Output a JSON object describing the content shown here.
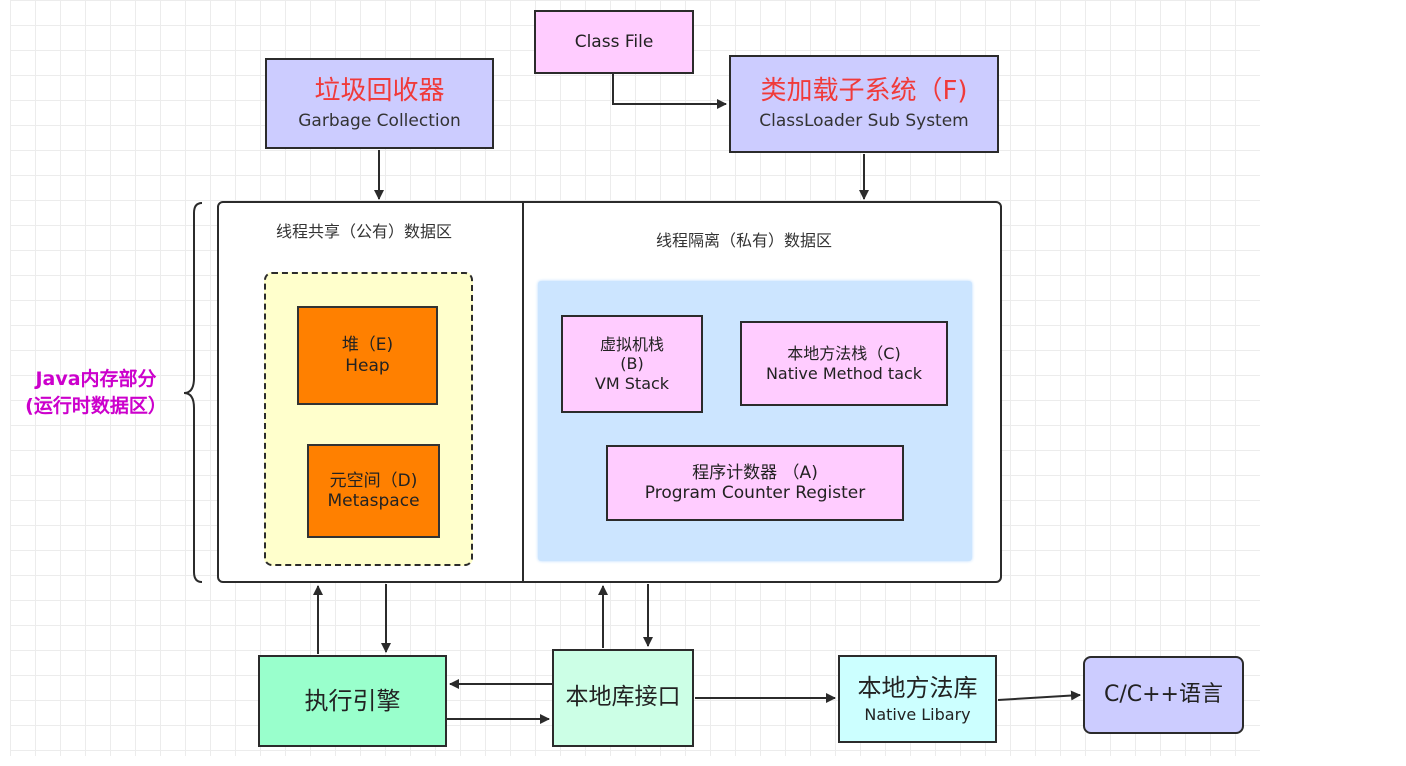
{
  "class_file": "Class File",
  "gc": {
    "title": "垃圾回收器",
    "subtitle": "Garbage Collection"
  },
  "classloader": {
    "title": "类加载子系统（F)",
    "subtitle": "ClassLoader Sub System"
  },
  "memory_label": {
    "line1": "Java内存部分",
    "line2": "(运行时数据区）"
  },
  "shared_area": {
    "title": "线程共享（公有）数据区"
  },
  "private_area": {
    "title": "线程隔离（私有）数据区"
  },
  "heap": {
    "line1": "堆（E)",
    "line2": "Heap"
  },
  "metaspace": {
    "line1": "元空间（D)",
    "line2": "Metaspace"
  },
  "vm_stack": {
    "line1": "虚拟机栈",
    "line2": "(B)",
    "line3": "VM Stack"
  },
  "native_stack": {
    "line1": "本地方法栈（C)",
    "line2": "Native Method tack"
  },
  "pc": {
    "line1": "程序计数器 （A)",
    "line2": "Program Counter Register"
  },
  "exec_engine": {
    "label": "执行引擎"
  },
  "native_interface": {
    "label": "本地库接口"
  },
  "native_library": {
    "title": "本地方法库",
    "subtitle": "Native Libary"
  },
  "cpp": {
    "label": "C/C++语言"
  },
  "colors": {
    "accent_red": "#f03a3a",
    "label_magenta": "#cc00cc",
    "pink": "#ffccff",
    "lavender": "#ccccff",
    "orange": "#ff8000",
    "green": "#99ffcc",
    "blue_area": "#cce5ff",
    "yellow_area": "#ffffcc"
  }
}
